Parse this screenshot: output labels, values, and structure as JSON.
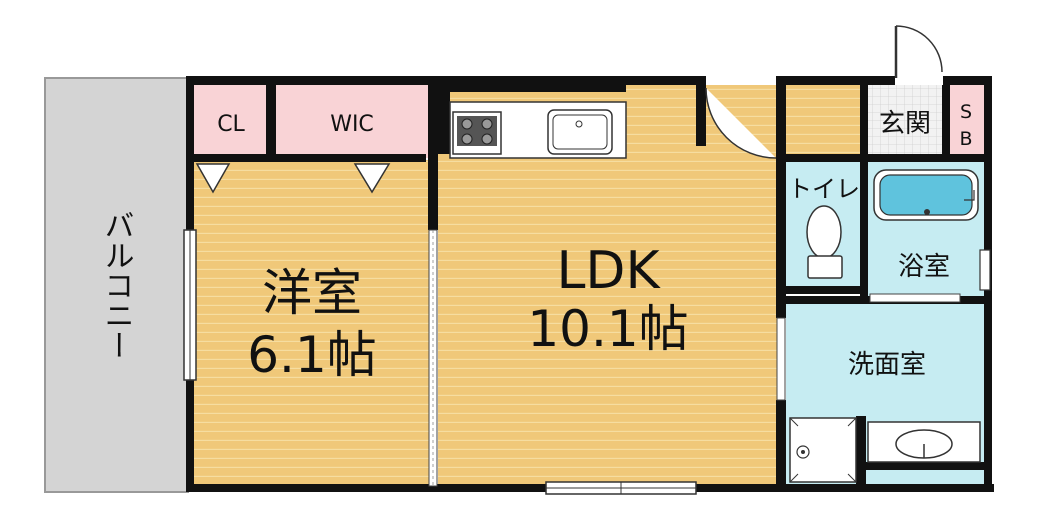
{
  "rooms": {
    "closet": {
      "label": "CL",
      "color": "#f9d3d6"
    },
    "walkin_closet": {
      "label": "WIC",
      "color": "#f9d3d6"
    },
    "western_room": {
      "name": "洋室",
      "size": "6.1帖",
      "color": "#f0c879"
    },
    "ldk": {
      "name": "LDK",
      "size": "10.1帖",
      "color": "#f0c879"
    },
    "toilet": {
      "label": "トイレ",
      "color": "#c6ecf2"
    },
    "bathroom": {
      "label": "浴室",
      "color": "#c6ecf2"
    },
    "washroom": {
      "label": "洗面室",
      "color": "#c6ecf2"
    },
    "entrance": {
      "label": "玄関"
    },
    "shoe_box": {
      "label_top": "S",
      "label_bottom": "B",
      "color": "#f9d3d6"
    },
    "balcony": {
      "label": "バルコニー",
      "color": "#d4d4d4"
    }
  },
  "colors": {
    "wall": "#111111",
    "floor_stripe": "#f6dda0"
  }
}
